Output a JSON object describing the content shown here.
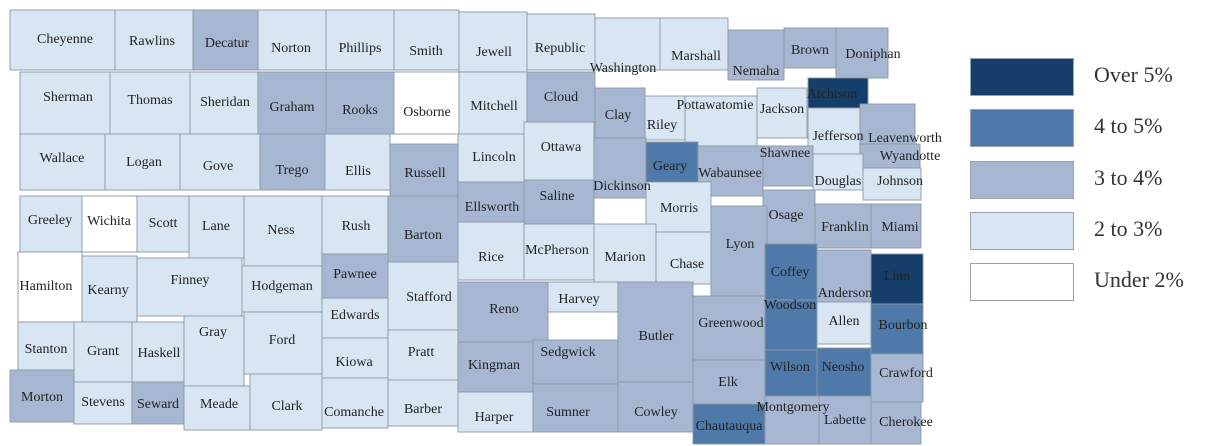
{
  "legend": {
    "items": [
      {
        "label": "Over 5%",
        "color": "#163e6a"
      },
      {
        "label": "4 to 5%",
        "color": "#4f79a8"
      },
      {
        "label": "3 to 4%",
        "color": "#a7b7d1"
      },
      {
        "label": "2 to 3%",
        "color": "#d8e6f4"
      },
      {
        "label": "Under 2%",
        "color": "#ffffff"
      }
    ]
  },
  "counties": [
    {
      "name": "Cheyenne",
      "bin": 3
    },
    {
      "name": "Rawlins",
      "bin": 3
    },
    {
      "name": "Decatur",
      "bin": 2
    },
    {
      "name": "Norton",
      "bin": 3
    },
    {
      "name": "Phillips",
      "bin": 3
    },
    {
      "name": "Smith",
      "bin": 3
    },
    {
      "name": "Jewell",
      "bin": 3
    },
    {
      "name": "Republic",
      "bin": 3
    },
    {
      "name": "Washington",
      "bin": 3
    },
    {
      "name": "Marshall",
      "bin": 3
    },
    {
      "name": "Nemaha",
      "bin": 2
    },
    {
      "name": "Brown",
      "bin": 2
    },
    {
      "name": "Doniphan",
      "bin": 2
    },
    {
      "name": "Sherman",
      "bin": 3
    },
    {
      "name": "Thomas",
      "bin": 3
    },
    {
      "name": "Sheridan",
      "bin": 3
    },
    {
      "name": "Graham",
      "bin": 2
    },
    {
      "name": "Rooks",
      "bin": 2
    },
    {
      "name": "Osborne",
      "bin": 4
    },
    {
      "name": "Mitchell",
      "bin": 3
    },
    {
      "name": "Cloud",
      "bin": 2
    },
    {
      "name": "Clay",
      "bin": 2
    },
    {
      "name": "Riley",
      "bin": 3
    },
    {
      "name": "Pottawatomie",
      "bin": 3
    },
    {
      "name": "Jackson",
      "bin": 3
    },
    {
      "name": "Atchison",
      "bin": 0
    },
    {
      "name": "Jefferson",
      "bin": 3
    },
    {
      "name": "Leavenworth",
      "bin": 2
    },
    {
      "name": "Wyandotte",
      "bin": 2
    },
    {
      "name": "Wallace",
      "bin": 3
    },
    {
      "name": "Logan",
      "bin": 3
    },
    {
      "name": "Gove",
      "bin": 3
    },
    {
      "name": "Trego",
      "bin": 2
    },
    {
      "name": "Ellis",
      "bin": 3
    },
    {
      "name": "Russell",
      "bin": 2
    },
    {
      "name": "Lincoln",
      "bin": 3
    },
    {
      "name": "Ottawa",
      "bin": 3
    },
    {
      "name": "Dickinson",
      "bin": 2
    },
    {
      "name": "Geary",
      "bin": 1
    },
    {
      "name": "Wabaunsee",
      "bin": 2
    },
    {
      "name": "Shawnee",
      "bin": 2
    },
    {
      "name": "Douglas",
      "bin": 3
    },
    {
      "name": "Johnson",
      "bin": 3
    },
    {
      "name": "Greeley",
      "bin": 3
    },
    {
      "name": "Wichita",
      "bin": 4
    },
    {
      "name": "Scott",
      "bin": 3
    },
    {
      "name": "Lane",
      "bin": 3
    },
    {
      "name": "Ness",
      "bin": 3
    },
    {
      "name": "Rush",
      "bin": 3
    },
    {
      "name": "Barton",
      "bin": 2
    },
    {
      "name": "Ellsworth",
      "bin": 2
    },
    {
      "name": "Saline",
      "bin": 2
    },
    {
      "name": "Morris",
      "bin": 3
    },
    {
      "name": "Osage",
      "bin": 2
    },
    {
      "name": "Franklin",
      "bin": 2
    },
    {
      "name": "Miami",
      "bin": 2
    },
    {
      "name": "Hamilton",
      "bin": 4
    },
    {
      "name": "Kearny",
      "bin": 3
    },
    {
      "name": "Finney",
      "bin": 3
    },
    {
      "name": "Hodgeman",
      "bin": 3
    },
    {
      "name": "Pawnee",
      "bin": 2
    },
    {
      "name": "Stafford",
      "bin": 3
    },
    {
      "name": "Rice",
      "bin": 3
    },
    {
      "name": "McPherson",
      "bin": 3
    },
    {
      "name": "Marion",
      "bin": 3
    },
    {
      "name": "Chase",
      "bin": 3
    },
    {
      "name": "Lyon",
      "bin": 2
    },
    {
      "name": "Coffey",
      "bin": 1
    },
    {
      "name": "Anderson",
      "bin": 2
    },
    {
      "name": "Linn",
      "bin": 0
    },
    {
      "name": "Edwards",
      "bin": 3
    },
    {
      "name": "Reno",
      "bin": 2
    },
    {
      "name": "Harvey",
      "bin": 3
    },
    {
      "name": "Butler",
      "bin": 2
    },
    {
      "name": "Greenwood",
      "bin": 2
    },
    {
      "name": "Woodson",
      "bin": 1
    },
    {
      "name": "Allen",
      "bin": 3
    },
    {
      "name": "Bourbon",
      "bin": 1
    },
    {
      "name": "Stanton",
      "bin": 3
    },
    {
      "name": "Grant",
      "bin": 3
    },
    {
      "name": "Haskell",
      "bin": 3
    },
    {
      "name": "Gray",
      "bin": 3
    },
    {
      "name": "Ford",
      "bin": 3
    },
    {
      "name": "Kiowa",
      "bin": 3
    },
    {
      "name": "Pratt",
      "bin": 3
    },
    {
      "name": "Kingman",
      "bin": 2
    },
    {
      "name": "Sedgwick",
      "bin": 2
    },
    {
      "name": "Wilson",
      "bin": 1
    },
    {
      "name": "Neosho",
      "bin": 1
    },
    {
      "name": "Crawford",
      "bin": 2
    },
    {
      "name": "Elk",
      "bin": 2
    },
    {
      "name": "Morton",
      "bin": 2
    },
    {
      "name": "Stevens",
      "bin": 3
    },
    {
      "name": "Seward",
      "bin": 2
    },
    {
      "name": "Meade",
      "bin": 3
    },
    {
      "name": "Clark",
      "bin": 3
    },
    {
      "name": "Comanche",
      "bin": 3
    },
    {
      "name": "Barber",
      "bin": 3
    },
    {
      "name": "Harper",
      "bin": 3
    },
    {
      "name": "Sumner",
      "bin": 2
    },
    {
      "name": "Cowley",
      "bin": 2
    },
    {
      "name": "Chautauqua",
      "bin": 1
    },
    {
      "name": "Montgomery",
      "bin": 2
    },
    {
      "name": "Labette",
      "bin": 2
    },
    {
      "name": "Cherokee",
      "bin": 2
    }
  ]
}
